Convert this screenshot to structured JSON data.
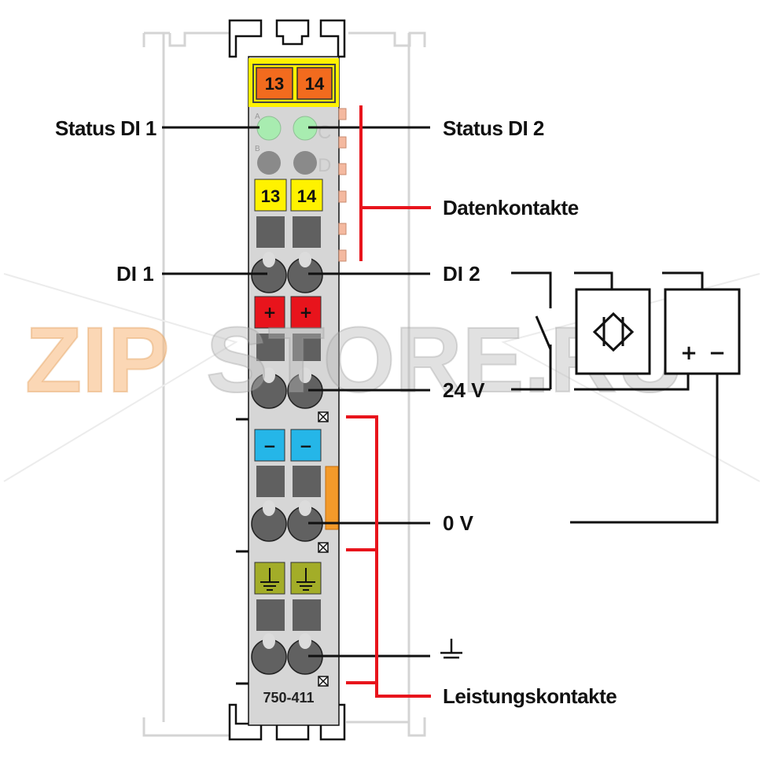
{
  "module": {
    "part_number": "750-411",
    "channel_labels": [
      "13",
      "14"
    ],
    "led_letters": [
      "A",
      "C",
      "B",
      "D"
    ],
    "plus_symbol": "+",
    "minus_symbol": "−"
  },
  "labels": {
    "status_di1": "Status DI 1",
    "status_di2": "Status DI 2",
    "datenkontakte": "Datenkontakte",
    "di1": "DI 1",
    "di2": "DI 2",
    "v24": "24 V",
    "v0": "0 V",
    "leistungskontakte": "Leistungskontakte"
  },
  "sensor": {
    "plus": "+",
    "minus": "−"
  },
  "watermark": {
    "part1": "ZIP",
    "part2": "STORE.RU"
  },
  "colors": {
    "housing": "#d6d6d6",
    "led_green": "#a8ecb0",
    "orange": "#f26b1e",
    "yellow": "#fff200",
    "red": "#e8141c",
    "blue": "#25b6e8",
    "ground_green": "#a3ad28",
    "callout_red": "#e8141c"
  }
}
